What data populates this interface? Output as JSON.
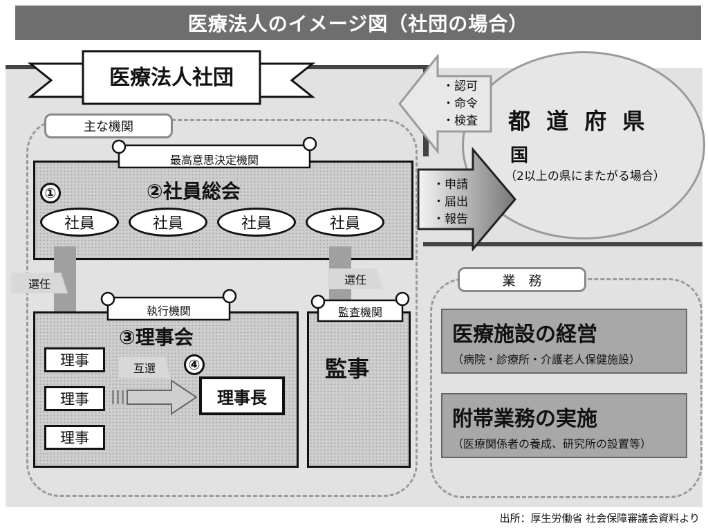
{
  "title": "医療法人のイメージ図（社団の場合）",
  "banner": "医療法人社団",
  "main_organs_label": "主な機関",
  "general_meeting": {
    "scroll": "最高意思決定機関",
    "num": "②",
    "name": "社員総会",
    "members": [
      "社員",
      "社員",
      "社員",
      "社員"
    ]
  },
  "badge_1": "①",
  "election_left": "選任",
  "election_right": "選任",
  "board": {
    "scroll": "執行機関",
    "num": "③",
    "name": "理事会",
    "directors": [
      "理事",
      "理事",
      "理事"
    ],
    "mutual": "互選",
    "chair_num": "④",
    "chair": "理事長"
  },
  "audit": {
    "scroll": "監査機関",
    "name": "監事"
  },
  "authority": {
    "prefecture": "都 道 府 県",
    "nation": "国",
    "note": "（2以上の県にまたがる場合）",
    "from_gov": [
      "・認可",
      "・命令",
      "・検査"
    ],
    "to_gov": [
      "・申請",
      "・届出",
      "・報告"
    ]
  },
  "business": {
    "label": "業　務",
    "items": [
      {
        "title": "医療施設の経営",
        "sub": "（病院・診療所・介護老人保健施設）"
      },
      {
        "title": "附帯業務の実施",
        "sub": "（医療関係者の養成、研究所の設置等）"
      }
    ]
  },
  "source": "出所：厚生労働省 社会保障審議会資料より"
}
